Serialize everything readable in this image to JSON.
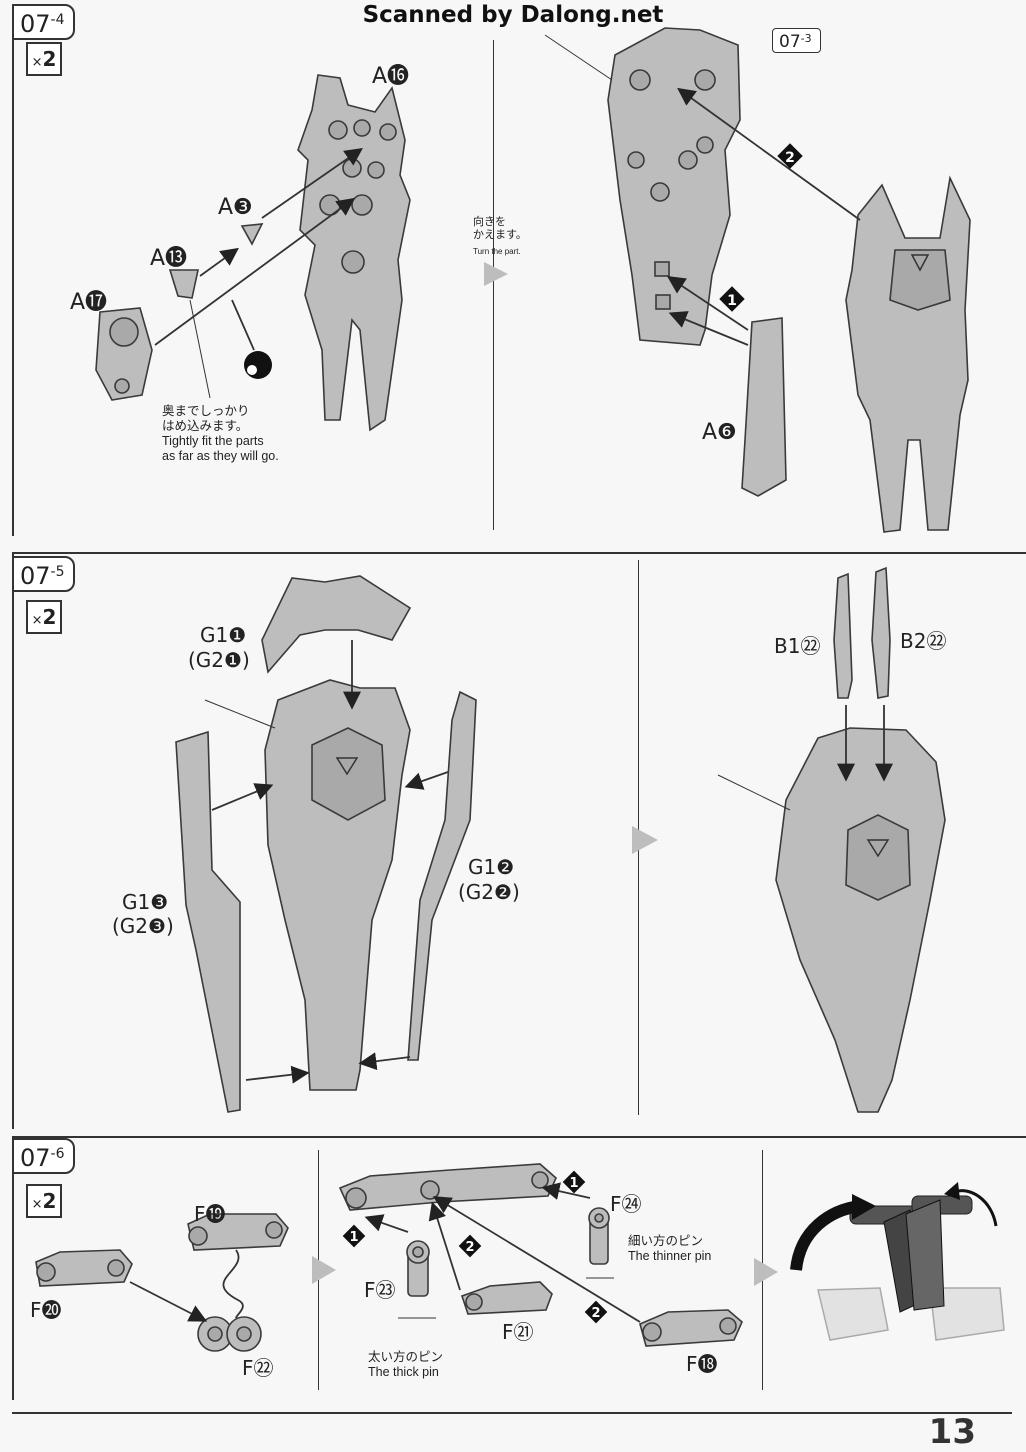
{
  "watermark": "Scanned by Dalong.net",
  "page_number": "13",
  "steps": [
    {
      "id": "07-4",
      "num": "07",
      "sub": "-4",
      "qty": "2",
      "labels": [
        "A⓰",
        "A❸",
        "A⓭",
        "A⓱"
      ],
      "fit_note_jp": "奥までしっかり\nはめ込みます。",
      "fit_note_en": "Tightly fit the parts\nas far as they will go.",
      "turn_jp": "向きを\nかえます。",
      "turn_en": "Turn the part."
    },
    {
      "id": "07-3-ref",
      "num": "07",
      "sub": "-3",
      "labels": [
        "A❻"
      ],
      "markers": [
        "❷",
        "❶"
      ]
    },
    {
      "id": "07-5",
      "num": "07",
      "sub": "-5",
      "qty": "2",
      "labels": [
        "G1❶",
        "(G2❶)",
        "G1❷",
        "(G2❷)",
        "G1❸",
        "(G2❸)",
        "B1㉒",
        "B2㉒"
      ]
    },
    {
      "id": "07-6",
      "num": "07",
      "sub": "-6",
      "qty": "2",
      "labels": [
        "F⓴",
        "F⓳",
        "F㉒",
        "F㉓",
        "F㉑",
        "F㉔",
        "F⓲"
      ],
      "markers": [
        "❶",
        "❷"
      ],
      "thin_pin_jp": "細い方のピン",
      "thin_pin_en": "The thinner pin",
      "thick_pin_jp": "太い方のピン",
      "thick_pin_en": "The thick pin"
    }
  ]
}
